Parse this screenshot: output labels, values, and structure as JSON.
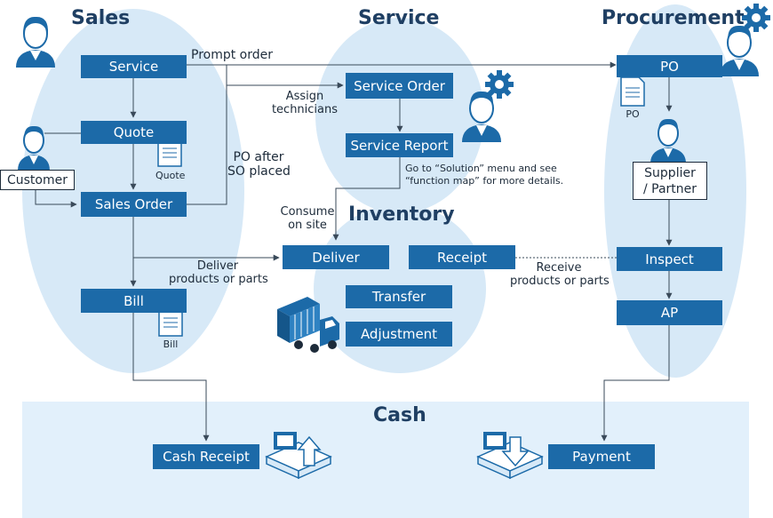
{
  "sections": {
    "sales": "Sales",
    "service": "Service",
    "procurement": "Procurement",
    "inventory": "Inventory",
    "cash": "Cash"
  },
  "boxes": {
    "service": "Service",
    "quote": "Quote",
    "customer": "Customer",
    "sales_order": "Sales Order",
    "bill": "Bill",
    "service_order": "Service Order",
    "service_report": "Service Report",
    "deliver": "Deliver",
    "receipt": "Receipt",
    "transfer": "Transfer",
    "adjustment": "Adjustment",
    "po": "PO",
    "supplier_line1": "Supplier",
    "supplier_line2": "/ Partner",
    "inspect": "Inspect",
    "ap": "AP",
    "cash_receipt": "Cash Receipt",
    "payment": "Payment"
  },
  "labels": {
    "prompt_order": "Prompt order",
    "assign_1": "Assign",
    "assign_2": "technicians",
    "po_after_1": "PO after",
    "po_after_2": "SO placed",
    "note_1": "Go to “Solution” menu and see",
    "note_2": "“function map” for more details.",
    "consume_1": "Consume",
    "consume_2": "on site",
    "deliver_1": "Deliver",
    "deliver_2": "products or parts",
    "receive_1": "Receive",
    "receive_2": "products or parts"
  },
  "doc_captions": {
    "quote": "Quote",
    "po": "PO",
    "bill": "Bill"
  },
  "colors": {
    "box": "#1c6aa8",
    "region": "#d7e9f7",
    "cash_band": "#e2f0fb",
    "title": "#1f3f63",
    "line": "#3a4a5a"
  }
}
